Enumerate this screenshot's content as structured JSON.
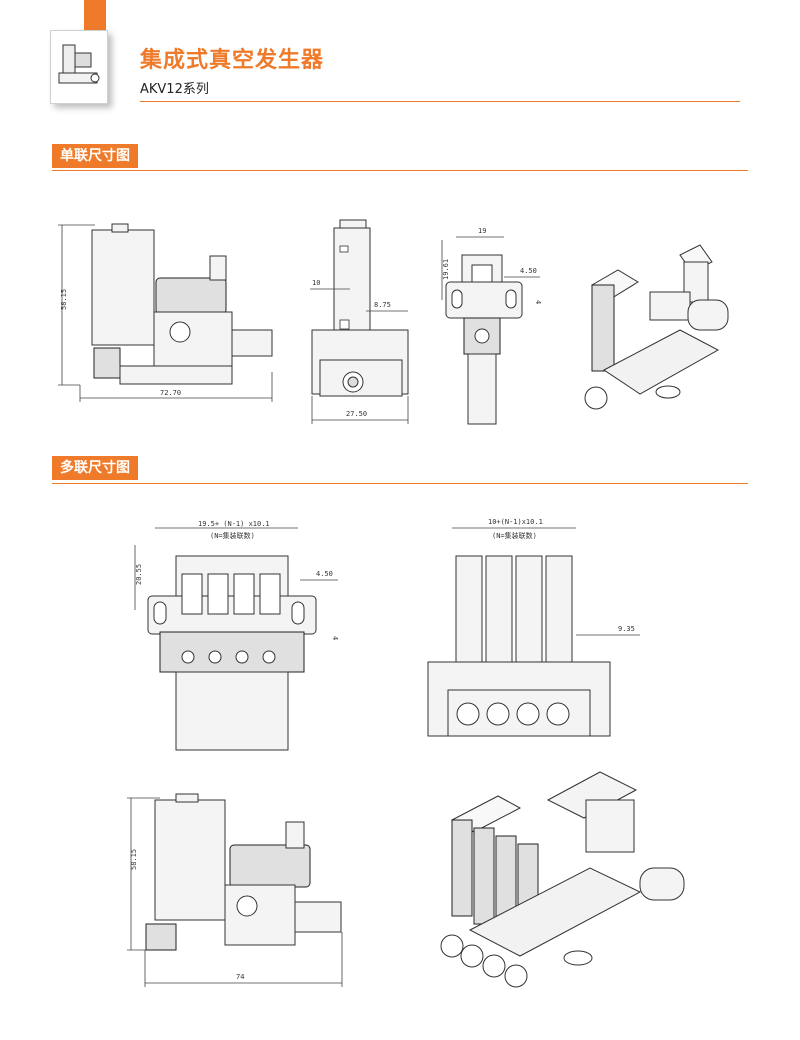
{
  "header": {
    "title": "集成式真空发生器",
    "subtitle": "AKV12系列"
  },
  "sections": [
    {
      "label": "单联尺寸图"
    },
    {
      "label": "多联尺寸图"
    }
  ],
  "dims": {
    "single_side_h": "58.15",
    "single_side_w": "72.70",
    "single_front_10": "10",
    "single_front_875": "8.75",
    "single_front_w": "27.50",
    "single_top_19": "19",
    "single_top_1961": "19.61",
    "single_top_450": "4.50",
    "single_top_4": "4",
    "multi_top_formula": "19.5+ (N-1) x10.1",
    "multi_top_note": "(N=集装联数)",
    "multi_top_2055": "20.55",
    "multi_top_450": "4.50",
    "multi_top_4": "4",
    "multi_front_formula": "10+(N-1)x10.1",
    "multi_front_note": "(N=集装联数)",
    "multi_front_935": "9.35",
    "multi_side_h": "58.15",
    "multi_side_w": "74"
  },
  "colors": {
    "accent": "#ee7a2a"
  }
}
